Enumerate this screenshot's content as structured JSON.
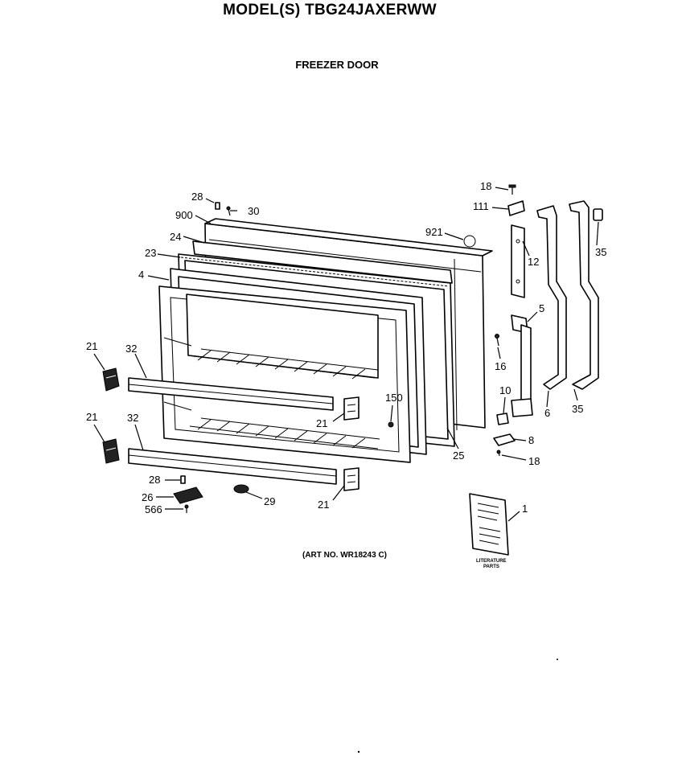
{
  "header": {
    "model": "MODEL(S) TBG24JAXERWW",
    "section": "FREEZER DOOR",
    "art_no": "(ART NO. WR18243 C)"
  },
  "literature_label": [
    "LITERATURE",
    "PARTS"
  ],
  "callouts": [
    {
      "id": "c-28a",
      "text": "28"
    },
    {
      "id": "c-30",
      "text": "30"
    },
    {
      "id": "c-900",
      "text": "900"
    },
    {
      "id": "c-24",
      "text": "24"
    },
    {
      "id": "c-23",
      "text": "23"
    },
    {
      "id": "c-4",
      "text": "4"
    },
    {
      "id": "c-921",
      "text": "921"
    },
    {
      "id": "c-18a",
      "text": "18"
    },
    {
      "id": "c-111",
      "text": "111"
    },
    {
      "id": "c-12",
      "text": "12"
    },
    {
      "id": "c-35a",
      "text": "35"
    },
    {
      "id": "c-5",
      "text": "5"
    },
    {
      "id": "c-16",
      "text": "16"
    },
    {
      "id": "c-10",
      "text": "10"
    },
    {
      "id": "c-6",
      "text": "6"
    },
    {
      "id": "c-35b",
      "text": "35"
    },
    {
      "id": "c-8",
      "text": "8"
    },
    {
      "id": "c-18b",
      "text": "18"
    },
    {
      "id": "c-25",
      "text": "25"
    },
    {
      "id": "c-150",
      "text": "150"
    },
    {
      "id": "c-21a",
      "text": "21"
    },
    {
      "id": "c-32a",
      "text": "32"
    },
    {
      "id": "c-21b",
      "text": "21"
    },
    {
      "id": "c-21c",
      "text": "21"
    },
    {
      "id": "c-32b",
      "text": "32"
    },
    {
      "id": "c-28b",
      "text": "28"
    },
    {
      "id": "c-26",
      "text": "26"
    },
    {
      "id": "c-566",
      "text": "566"
    },
    {
      "id": "c-29",
      "text": "29"
    },
    {
      "id": "c-21d",
      "text": "21"
    },
    {
      "id": "c-1",
      "text": "1"
    }
  ]
}
